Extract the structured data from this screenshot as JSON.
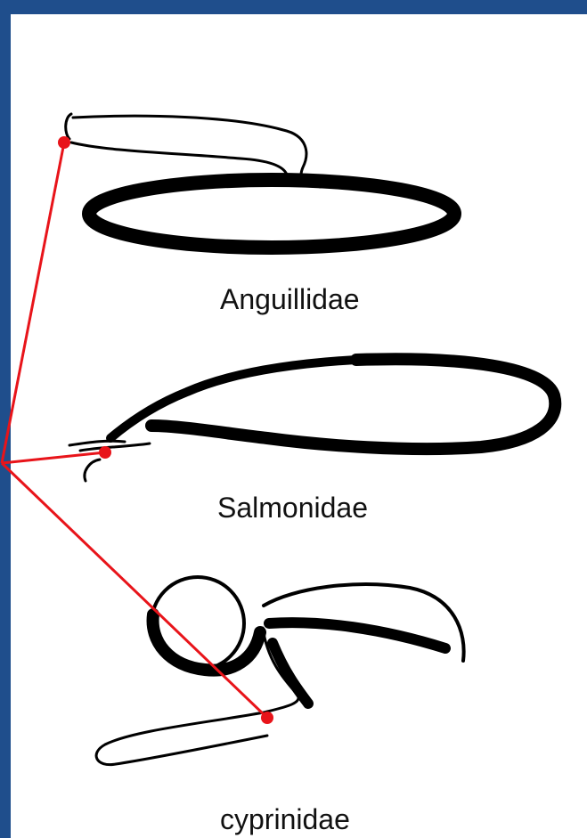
{
  "background_color": "#1f4e8c",
  "connector_color": "#e8141a",
  "bladders": [
    {
      "label": "Anguillidae",
      "icon": "eel-swim-bladder-outline"
    },
    {
      "label": "Salmonidae",
      "icon": "salmon-swim-bladder-outline"
    },
    {
      "label": "cyprinidae",
      "icon": "carp-two-chamber-swim-bladder-outline"
    }
  ]
}
